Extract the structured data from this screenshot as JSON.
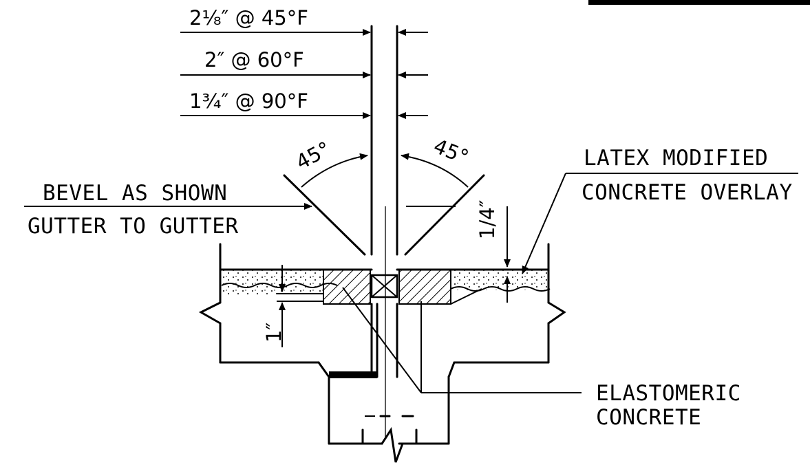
{
  "gap_dims": {
    "d45": "2¹⁄₈″ @ 45°F",
    "d60": "2″ @ 60°F",
    "d90": "1³⁄₄″ @ 90°F"
  },
  "angles": {
    "left": "45°",
    "right": "45°"
  },
  "bevel": {
    "line1": "BEVEL AS SHOWN",
    "line2": "GUTTER TO GUTTER"
  },
  "overlay": {
    "line1": "LATEX MODIFIED",
    "line2": "CONCRETE OVERLAY"
  },
  "elastomeric": {
    "line1": "ELASTOMERIC",
    "line2": "CONCRETE"
  },
  "small_dims": {
    "quarter": "1/4″",
    "one_inch": "1″"
  }
}
